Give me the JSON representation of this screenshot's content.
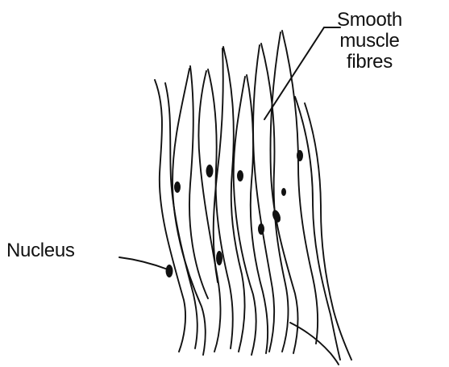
{
  "labels": {
    "smooth_muscle_lines": [
      "Smooth",
      "muscle",
      "fibres"
    ],
    "nucleus": "Nucleus"
  },
  "colors": {
    "ink": "#111111",
    "background": "#ffffff"
  }
}
